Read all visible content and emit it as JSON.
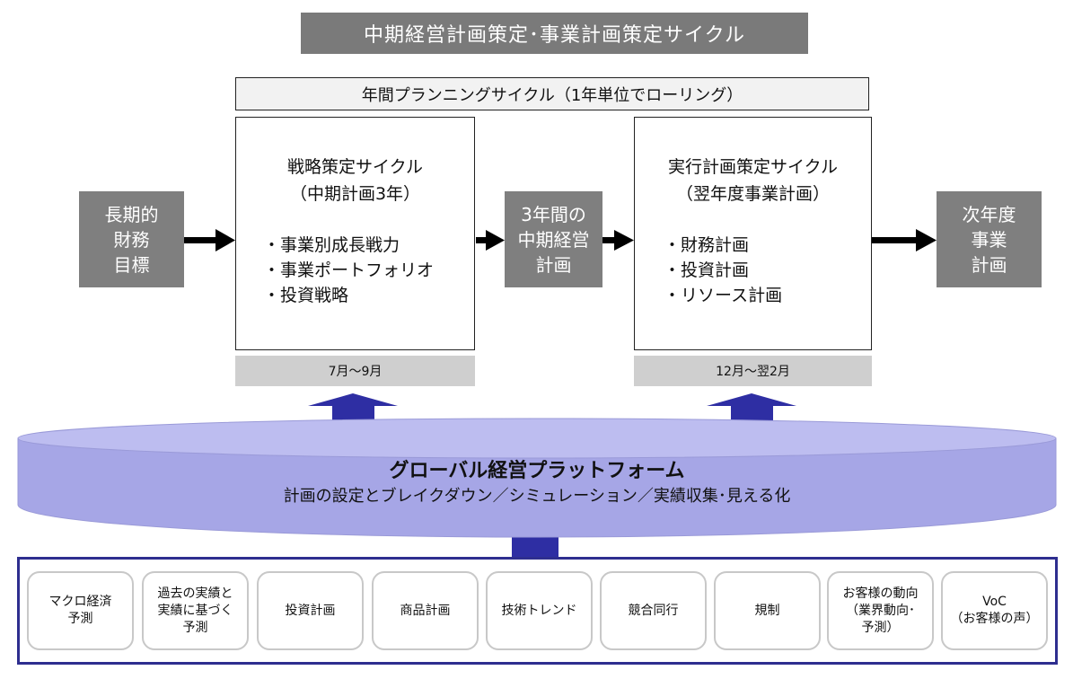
{
  "title": "中期経営計画策定･事業計画策定サイクル",
  "annual_cycle": "年間プランニングサイクル（1年単位でローリング）",
  "long_term": "長期的\n財務\n目標",
  "strategy_cycle": {
    "title": "戦略策定サイクル\n（中期計画3年）",
    "items": [
      "事業別成長戦力",
      "事業ポートフォリオ",
      "投資戦略"
    ],
    "period": "7月～9月"
  },
  "midterm_plan": "3年間の\n中期経営\n計画",
  "execution_cycle": {
    "title": "実行計画策定サイクル\n（翌年度事業計画）",
    "items": [
      "財務計画",
      "投資計画",
      "リソース計画"
    ],
    "period": "12月～翌2月"
  },
  "next_year": "次年度\n事業\n計画",
  "platform": {
    "title": "グローバル経営プラットフォーム",
    "subtitle": "計画の設定とブレイクダウン／シミュレーション／実績収集･見える化"
  },
  "sources": [
    "マクロ経済\n予測",
    "過去の実績と\n実績に基づく\n予測",
    "投資計画",
    "商品計画",
    "技術トレンド",
    "競合同行",
    "規制",
    "お客様の動向\n（業界動向･\n予測）",
    "VoC\n（お客様の声）"
  ],
  "colors": {
    "dark_gray": "#7f7f7f",
    "light_gray": "#cfcfcf",
    "platform": "#a6a6e6",
    "arrow_blue": "#2e2ea3",
    "frame_blue": "#2e2e8f"
  }
}
